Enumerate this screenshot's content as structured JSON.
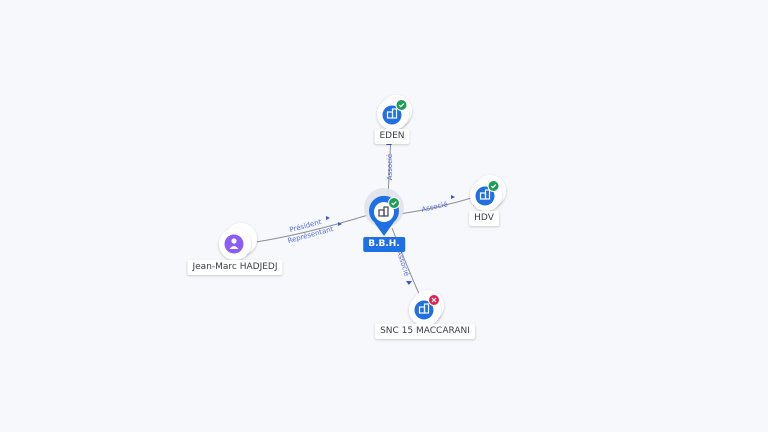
{
  "colors": {
    "background": "#f7f8fc",
    "company_icon": "#1f6fe5",
    "person_icon": "#8b5cf6",
    "status_ok": "#1f9d55",
    "status_error": "#e0234e",
    "edge_label": "#5b6bd6"
  },
  "center": {
    "label": "B.B.H.",
    "icon": "building-icon",
    "status": "ok"
  },
  "nodes": {
    "eden": {
      "label": "EDEN",
      "icon": "building-icon",
      "status": "ok"
    },
    "hdv": {
      "label": "HDV",
      "icon": "building-icon",
      "status": "ok"
    },
    "snc": {
      "label": "SNC 15 MACCARANI",
      "icon": "building-icon",
      "status": "error"
    },
    "person": {
      "label": "Jean-Marc HADJEDJ",
      "icon": "person-icon"
    }
  },
  "edges": {
    "eden": {
      "label": "Associé"
    },
    "hdv": {
      "label": "Associé"
    },
    "snc": {
      "label": "Associé"
    },
    "person_1": {
      "label": "Président"
    },
    "person_2": {
      "label": "Représentant"
    }
  }
}
